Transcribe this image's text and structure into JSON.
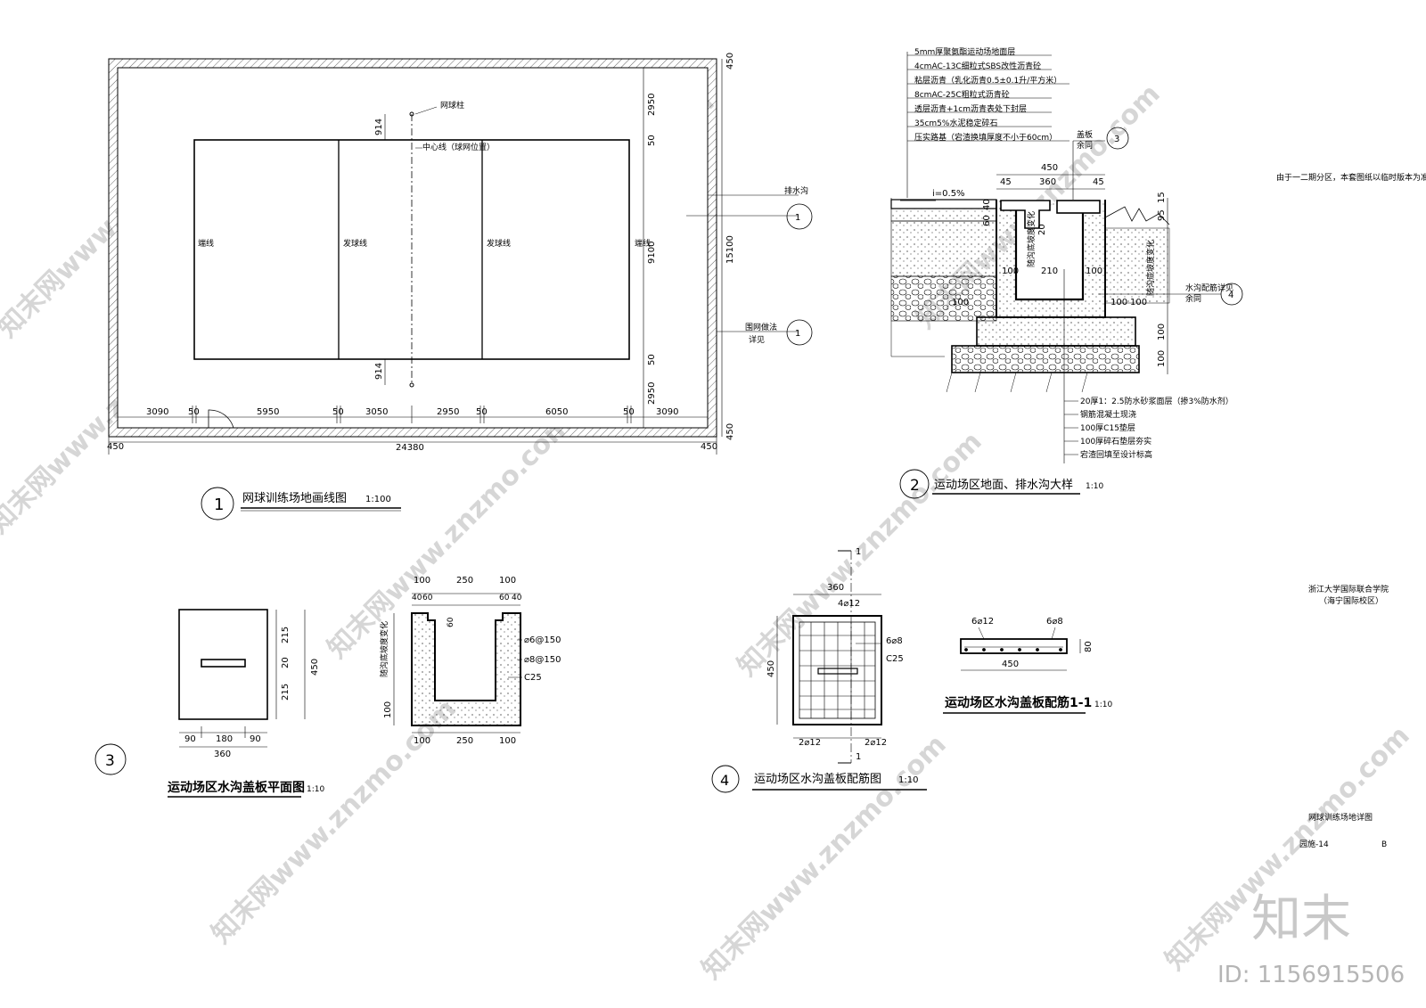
{
  "court": {
    "labels": {
      "net_post": "网球柱",
      "center_line": "中心线（球网位置）",
      "baseline_l": "端线",
      "baseline_r": "端线",
      "service_l": "发球线",
      "service_r": "发球线",
      "drain": "排水沟",
      "fence_ref": "围网做法",
      "fence_ref2": "详见"
    },
    "dims_bottom": [
      "3090",
      "50",
      "5950",
      "50",
      "3050",
      "2950",
      "50",
      "6050",
      "50",
      "3090"
    ],
    "dim_total": "24380",
    "dim_450_l": "450",
    "dim_450_r": "450",
    "dim_450_tr": "450",
    "dim_450_br": "450",
    "dims_right": [
      "2950",
      "50",
      "9100",
      "50",
      "2950"
    ],
    "dim_15100": "15100",
    "dim_914_top": "914",
    "dim_914_bot": "914",
    "ref_1a": "1",
    "ref_1b": "1",
    "title_num": "1",
    "title": "网球训练场地画线图",
    "scale": "1:100"
  },
  "section2": {
    "layers": [
      "5mm厚聚氨酯运动场地面层",
      "4cmAC-13C细粒式SBS改性沥青砼",
      "粘层沥青（乳化沥青0.5±0.1升/平方米）",
      "8cmAC-25C粗粒式沥青砼",
      "透层沥青+1cm沥青表处下封层",
      "35cm5%水泥稳定碎石",
      "压实路基（宕渣换填厚度不小于60cm）"
    ],
    "bottom_layers": [
      "20厚1：2.5防水砂浆面层（掺3%防水剂）",
      "钢筋混凝土现浇",
      "100厚C15垫层",
      "100厚碎石垫层夯实",
      "宕渣回填至设计标高"
    ],
    "slope": "i=0.5%",
    "dims_top": [
      "450",
      "45",
      "360",
      "45"
    ],
    "dims_right": [
      "95",
      "15"
    ],
    "dims_mid": [
      "100",
      "210",
      "100",
      "20"
    ],
    "dims_left": [
      "60",
      "40"
    ],
    "dims_bot": [
      "100",
      "100",
      "100",
      "100",
      "100"
    ],
    "cover_ref": "盖板",
    "cover_ref2": "余同",
    "cover_num": "3",
    "rebar_ref": "水沟配筋详见",
    "rebar_ref2": "余同",
    "rebar_num": "4",
    "depth_note": "随沟底坡度变化",
    "title_num": "2",
    "title": "运动场区地面、排水沟大样",
    "scale": "1:10"
  },
  "note_right": "由于一二期分区，本套图纸以临时版本为准",
  "project": {
    "name": "浙江大学国际联合学院",
    "sub": "（海宁国际校区）"
  },
  "plan3": {
    "dims_w": [
      "90",
      "180",
      "90"
    ],
    "dim_total": "360",
    "dims_h": [
      "215",
      "20",
      "215"
    ],
    "dim_450": "450",
    "num": "3",
    "title": "运动场区水沟盖板平面图",
    "scale": "1:10"
  },
  "channel": {
    "dims_top": [
      "100",
      "250",
      "100"
    ],
    "dims_top2": [
      "40",
      "60",
      "60",
      "40"
    ],
    "dim_60": "60",
    "rebar1": "⌀6@150",
    "rebar2": "⌀8@150",
    "concrete": "C25",
    "dim_100": "100",
    "dims_bot": [
      "100",
      "250",
      "100"
    ],
    "depth_note": "随沟底坡度变化"
  },
  "plan4": {
    "dim_360": "360",
    "rebar_top": "4⌀12",
    "rebar_r1": "6⌀8",
    "concrete": "C25",
    "dim_450": "450",
    "rebar_bl": "2⌀12",
    "rebar_br": "2⌀12",
    "sec_top": "1",
    "sec_bot": "1",
    "num": "4",
    "title": "运动场区水沟盖板配筋图",
    "scale": "1:10"
  },
  "sec11": {
    "rebar_l": "6⌀12",
    "rebar_r": "6⌀8",
    "dim_80": "80",
    "dim_450": "450",
    "title": "运动场区水沟盖板配筋1-1",
    "scale": "1:10"
  },
  "sheet": {
    "title": "网球训练场地详图",
    "code": "园施-14",
    "rev": "B"
  },
  "brand": {
    "logo": "知末",
    "id": "ID: 1156915506",
    "watermark": "知末网www.znzmo.com"
  }
}
